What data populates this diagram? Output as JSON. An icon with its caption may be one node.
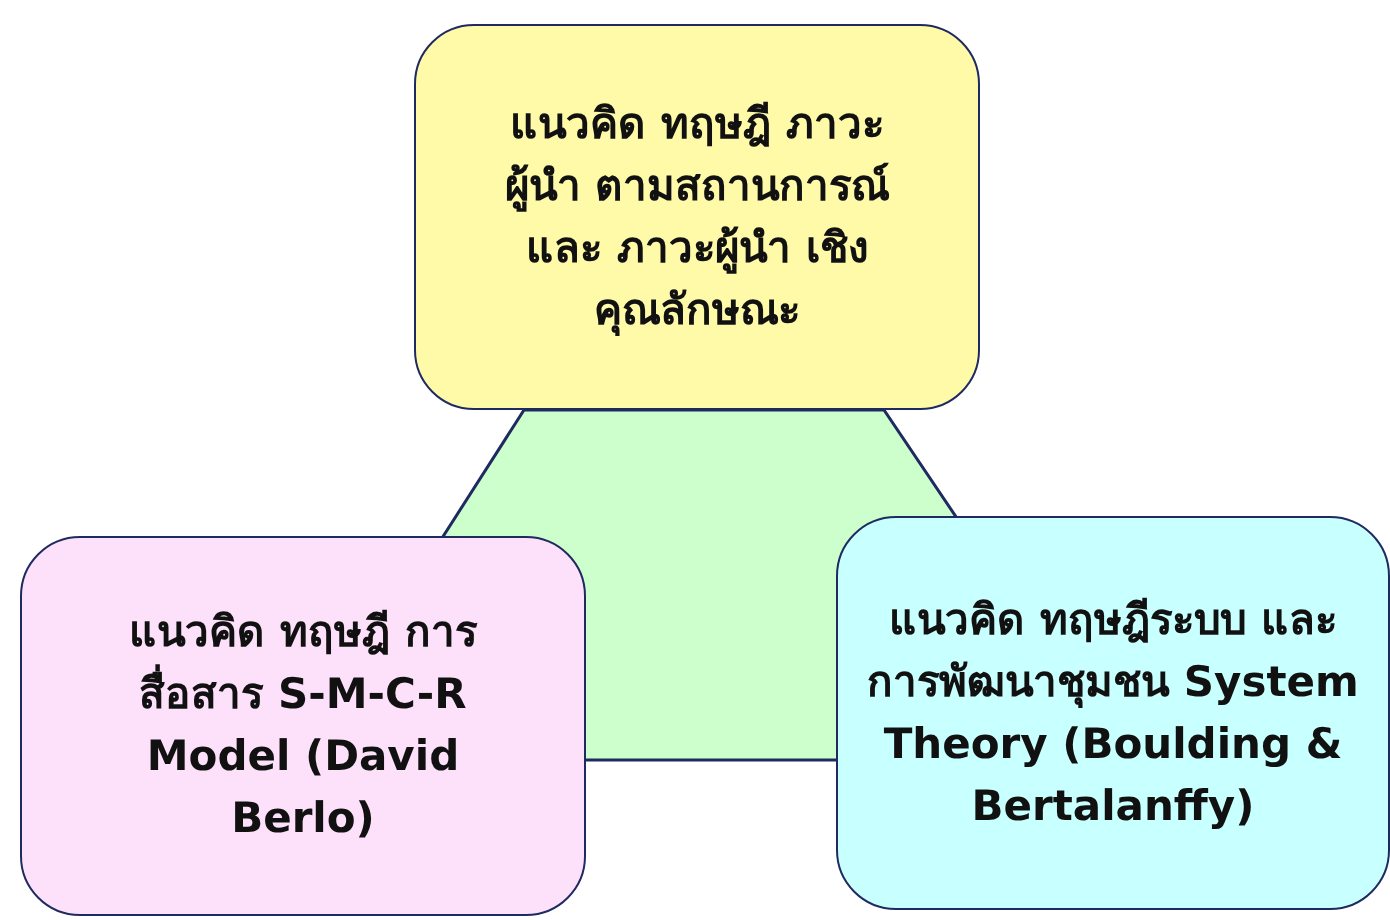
{
  "diagram": {
    "nodes": [
      {
        "text": [
          "แนวคิด ทฤษฎี ภาวะผู้นำ ตามสถานการณ์ และ ภาวะผู้นำ เชิงคุณลักษณะ"
        ]
      },
      {
        "text": [
          "แนวคิด ทฤษฎี การสื่อสาร S-M-C-R Model (David Berlo)"
        ]
      },
      {
        "text": [
          "แนวคิด ทฤษฎีระบบ และการพัฒนาชุมชน System Theory (Boulding & Bertalanffy)"
        ]
      }
    ]
  }
}
